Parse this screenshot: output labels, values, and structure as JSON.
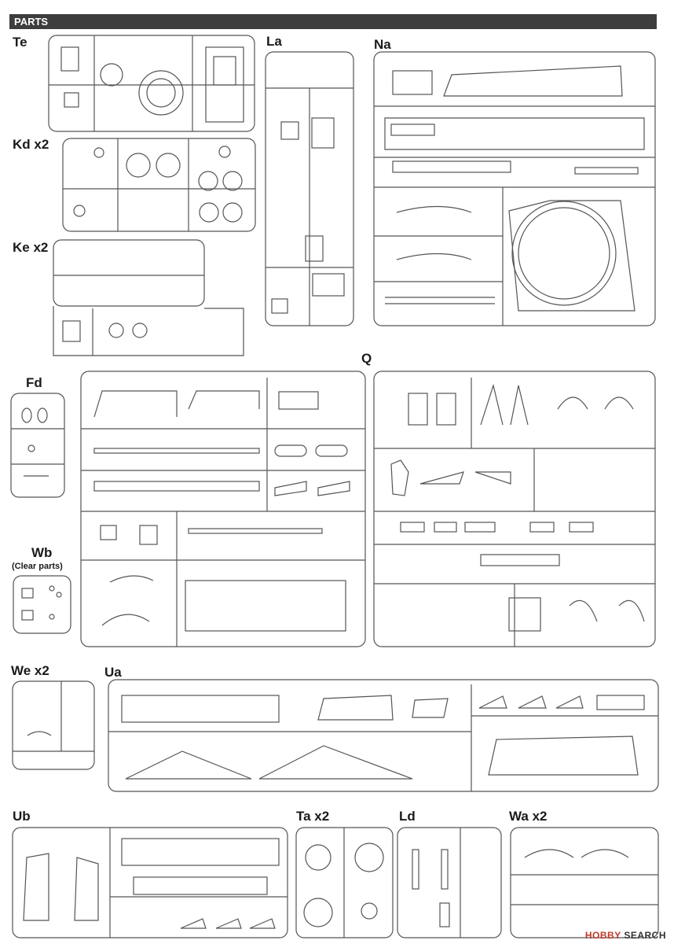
{
  "header": {
    "title": "PARTS"
  },
  "sprues": [
    {
      "id": "te",
      "label": "Te"
    },
    {
      "id": "kd",
      "label": "Kd x2"
    },
    {
      "id": "ke",
      "label": "Ke x2"
    },
    {
      "id": "la",
      "label": "La"
    },
    {
      "id": "na",
      "label": "Na"
    },
    {
      "id": "fd",
      "label": "Fd"
    },
    {
      "id": "wb",
      "label": "Wb",
      "note": "(Clear parts)"
    },
    {
      "id": "q",
      "label": "Q"
    },
    {
      "id": "we",
      "label": "We x2"
    },
    {
      "id": "ua",
      "label": "Ua"
    },
    {
      "id": "ub",
      "label": "Ub"
    },
    {
      "id": "ta",
      "label": "Ta x2"
    },
    {
      "id": "ld",
      "label": "Ld"
    },
    {
      "id": "wa",
      "label": "Wa x2"
    }
  ],
  "watermark": {
    "brand": "HOBBY",
    "suffix": "SEARCH"
  }
}
